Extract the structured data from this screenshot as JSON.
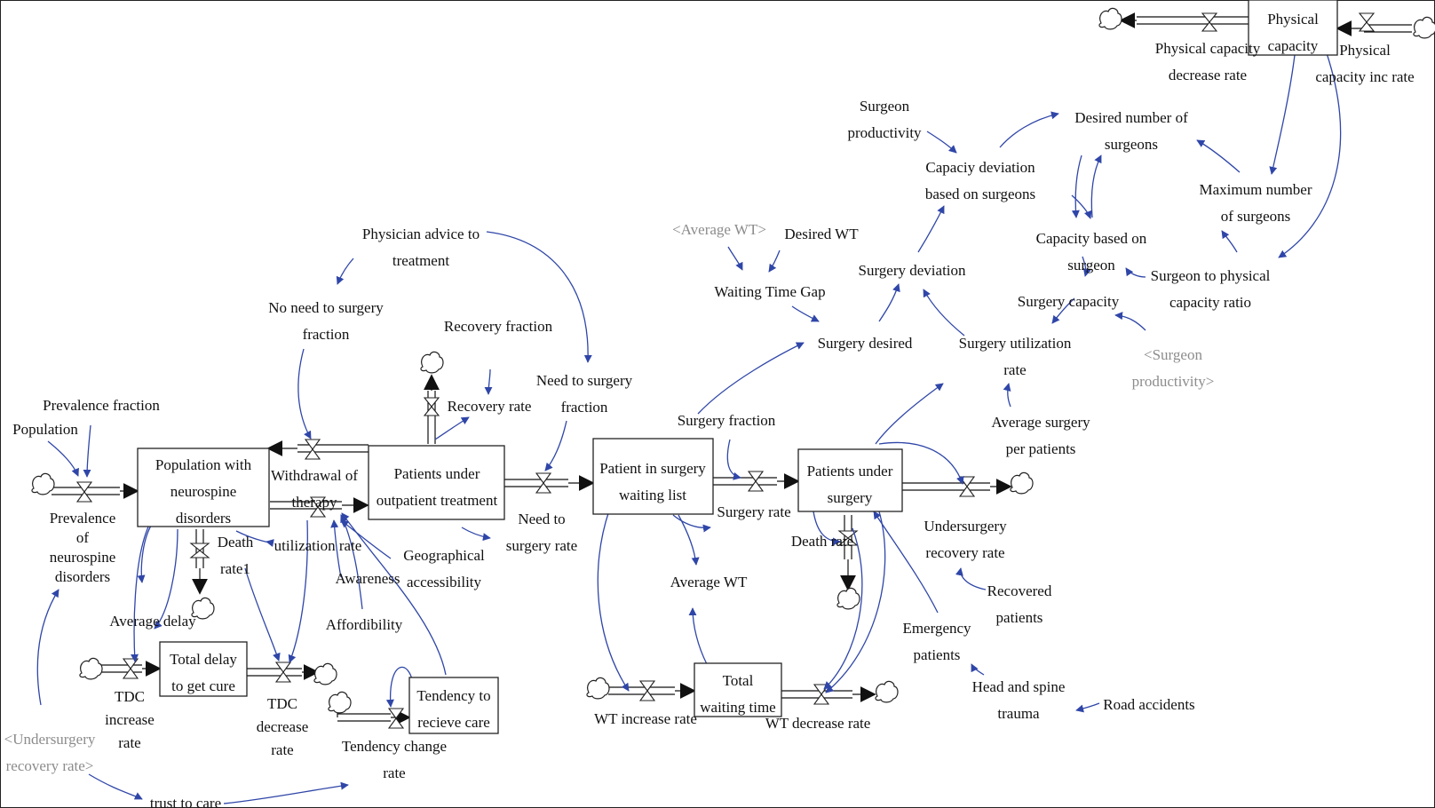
{
  "diagram": {
    "stocks": {
      "physical_capacity": [
        "Physical",
        "capacity"
      ],
      "population_neurospine": [
        "Population with",
        "neurospine",
        "disorders"
      ],
      "patients_outpatient": [
        "Patients under",
        "outpatient treatment"
      ],
      "patient_waiting_list": [
        "Patient in surgery",
        "waiting list"
      ],
      "patients_under_surgery": [
        "Patients under",
        "surgery"
      ],
      "total_delay": [
        "Total delay",
        "to get cure"
      ],
      "tendency_care": [
        "Tendency to",
        "recieve care"
      ],
      "total_waiting_time": [
        "Total",
        "waiting time"
      ]
    },
    "variables": {
      "physical_capacity_decrease_rate": [
        "Physical capacity",
        "decrease rate"
      ],
      "physical_capacity_inc_rate": [
        "Physical",
        "capacity inc rate"
      ],
      "surgeon_productivity": [
        "Surgeon",
        "productivity"
      ],
      "desired_number_of_surgeons": [
        "Desired number of",
        "surgeons"
      ],
      "capacity_deviation_surgeons": [
        "Capaciy deviation",
        "based on surgeons"
      ],
      "maximum_number_of_surgeons": [
        "Maximum number",
        "of surgeons"
      ],
      "average_wt_shadow": [
        "<Average WT>"
      ],
      "desired_wt": [
        "Desired WT"
      ],
      "capacity_based_on_surgeon": [
        "Capacity based on",
        "surgeon"
      ],
      "surgery_deviation": [
        "Surgery deviation"
      ],
      "waiting_time_gap": [
        "Waiting Time Gap"
      ],
      "surgery_capacity": [
        "Surgery capacity"
      ],
      "surgeon_to_physical_ratio": [
        "Surgeon to physical",
        "capacity ratio"
      ],
      "surgery_desired": [
        "Surgery desired"
      ],
      "surgery_utilization_rate": [
        "Surgery utilization",
        "rate"
      ],
      "surgeon_productivity_shadow": [
        "<Surgeon",
        "productivity>"
      ],
      "physician_advice": [
        "Physician advice to",
        "treatment"
      ],
      "no_need_to_surgery": [
        "No need to surgery",
        "fraction"
      ],
      "recovery_fraction": [
        "Recovery fraction"
      ],
      "need_to_surgery_fraction": [
        "Need to surgery",
        "fraction"
      ],
      "recovery_rate": [
        "Recovery rate"
      ],
      "average_surgery_per_patients": [
        "Average surgery",
        "per patients"
      ],
      "prevalence_fraction": [
        "Prevalence fraction"
      ],
      "population": [
        "Population"
      ],
      "surgery_fraction": [
        "Surgery fraction"
      ],
      "withdrawal_of_therapy": [
        "Withdrawal of",
        "therapy"
      ],
      "surgery_rate": [
        "Surgery rate"
      ],
      "need_to_surgery_rate": [
        "Need to",
        "surgery rate"
      ],
      "undersurgery_recovery_rate": [
        "Undersurgery",
        "recovery rate"
      ],
      "prevalence_of_disorders": [
        "Prevalence",
        "of",
        "neurospine",
        "disorders"
      ],
      "death_rate1": [
        "Death",
        "rate1"
      ],
      "utilization_rate": [
        "utilization rate"
      ],
      "geographical_accessibility": [
        "Geographical",
        "accessibility"
      ],
      "death_rate": [
        "Death rate"
      ],
      "average_wt": [
        "Average WT"
      ],
      "awareness": [
        "Awareness"
      ],
      "recovered_patients": [
        "Recovered",
        "patients"
      ],
      "average_delay": [
        "Average delay"
      ],
      "affordibility": [
        "Affordibility"
      ],
      "emergency_patients": [
        "Emergency",
        "patients"
      ],
      "head_and_spine_trauma": [
        "Head and spine",
        "trauma"
      ],
      "road_accidents": [
        "Road accidents"
      ],
      "tdc_increase_rate": [
        "TDC",
        "increase",
        "rate"
      ],
      "tdc_decrease_rate": [
        "TDC",
        "decrease",
        "rate"
      ],
      "wt_increase_rate": [
        "WT increase rate"
      ],
      "wt_decrease_rate": [
        "WT decrease rate"
      ],
      "tendency_change_rate": [
        "Tendency change",
        "rate"
      ],
      "undersurgery_recovery_shadow": [
        "<Undersurgery",
        "recovery rate>"
      ],
      "trust_to_care": [
        "trust to care"
      ]
    },
    "colors": {
      "link": "#2f46a8",
      "flow": "#111111",
      "shadow_text": "#8c8c8c",
      "stock_border": "#222222"
    }
  }
}
